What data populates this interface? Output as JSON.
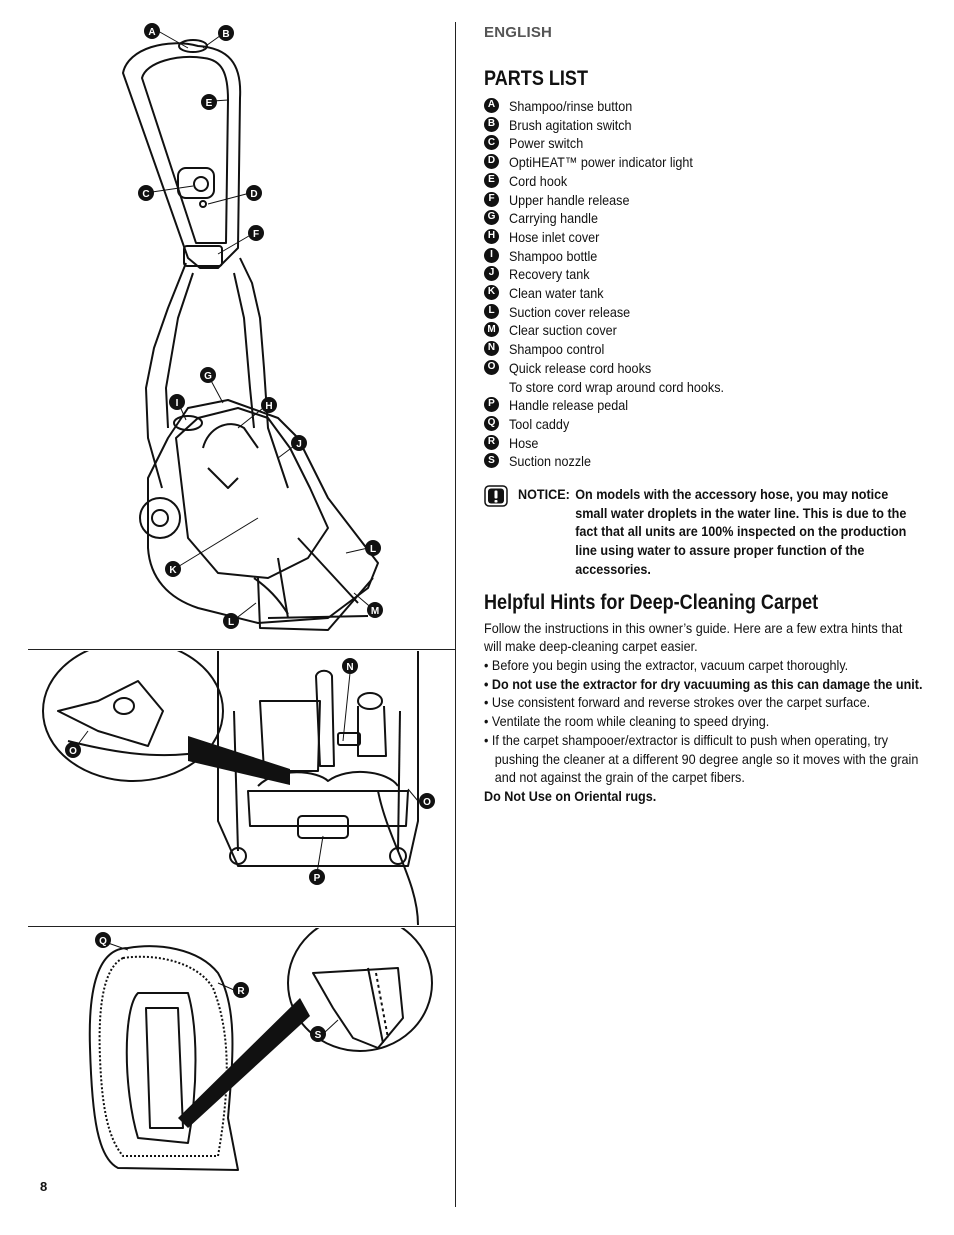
{
  "page": {
    "language": "ENGLISH",
    "page_number": "8"
  },
  "parts_list": {
    "title": "PARTS LIST",
    "items": [
      {
        "letter": "A",
        "label": "Shampoo/rinse button",
        "note": ""
      },
      {
        "letter": "B",
        "label": "Brush agitation switch",
        "note": ""
      },
      {
        "letter": "C",
        "label": "Power switch",
        "note": ""
      },
      {
        "letter": "D",
        "label": "OptiHEAT™ power indicator light",
        "note": ""
      },
      {
        "letter": "E",
        "label": "Cord hook",
        "note": ""
      },
      {
        "letter": "F",
        "label": "Upper handle release",
        "note": ""
      },
      {
        "letter": "G",
        "label": "Carrying handle",
        "note": ""
      },
      {
        "letter": "H",
        "label": "Hose inlet cover",
        "note": ""
      },
      {
        "letter": "I",
        "label": "Shampoo bottle",
        "note": ""
      },
      {
        "letter": "J",
        "label": "Recovery tank",
        "note": ""
      },
      {
        "letter": "K",
        "label": "Clean water tank",
        "note": ""
      },
      {
        "letter": "L",
        "label": "Suction cover release",
        "note": ""
      },
      {
        "letter": "M",
        "label": "Clear suction cover",
        "note": ""
      },
      {
        "letter": "N",
        "label": "Shampoo control",
        "note": ""
      },
      {
        "letter": "O",
        "label": "Quick release cord hooks",
        "note": "To store cord wrap around cord hooks."
      },
      {
        "letter": "P",
        "label": "Handle release pedal",
        "note": ""
      },
      {
        "letter": "Q",
        "label": "Tool caddy",
        "note": ""
      },
      {
        "letter": "R",
        "label": "Hose",
        "note": ""
      },
      {
        "letter": "S",
        "label": "Suction nozzle",
        "note": ""
      }
    ]
  },
  "notice": {
    "icon": "exclamation-icon",
    "label": "NOTICE:",
    "text": "On models with the accessory hose, you may notice small water droplets in the water line. This is due to the fact that all units are 100% inspected on the production line using water to assure proper function of the accessories."
  },
  "hints": {
    "title": "Helpful Hints for Deep-Cleaning Carpet",
    "intro": "Follow the instructions in this owner’s guide. Here are a few extra hints that will make deep-cleaning carpet easier.",
    "items": [
      {
        "text": "• Before you begin using the extractor, vacuum carpet thoroughly.",
        "bold": false
      },
      {
        "text": "• Do not use the extractor for dry vacuuming as this can damage the unit.",
        "bold": true
      },
      {
        "text": "• Use consistent forward and reverse strokes over the carpet surface.",
        "bold": false
      },
      {
        "text": "• Ventilate the room while cleaning to speed drying.",
        "bold": false
      },
      {
        "text": "• If the carpet shampooer/extractor is difficult to push when operating, try pushing the cleaner at a different 90 degree angle so it moves with the grain and not against the grain of the carpet fibers.",
        "bold": false
      }
    ],
    "final": "Do Not Use on Oriental rugs."
  },
  "diagram_labels": {
    "upright": [
      "A",
      "B",
      "E",
      "C",
      "D",
      "F",
      "G",
      "I",
      "H",
      "J",
      "L",
      "K",
      "L",
      "M"
    ],
    "rear": [
      "N",
      "O",
      "O",
      "P"
    ],
    "caddy": [
      "Q",
      "R",
      "S"
    ]
  }
}
